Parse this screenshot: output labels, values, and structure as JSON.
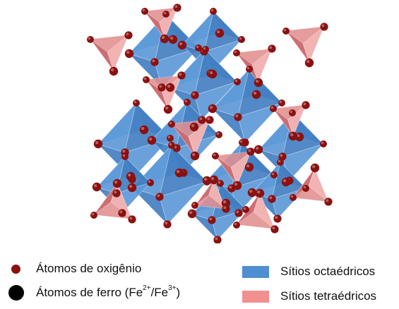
{
  "legend": {
    "oxygen": {
      "label": "Átomos de oxigênio",
      "color": "#8b1010"
    },
    "iron": {
      "label_prefix": "Átomos de ferro (Fe",
      "sup1": "2+",
      "label_mid": "/Fe",
      "sup2": "3+",
      "label_suffix": ")",
      "color": "#000000"
    },
    "octahedral": {
      "label": "Sítios octaédricos",
      "color": "#4e8fd1"
    },
    "tetrahedral": {
      "label": "Sítios tetraédricos",
      "color": "#f28f8f"
    }
  },
  "structure": {
    "octahedral_face_colors": [
      "#3f7cc0",
      "#5a97d6",
      "#7cb0e4"
    ],
    "tetrahedral_face_colors": [
      "#c9686d",
      "#e08e90",
      "#f4b7b7"
    ],
    "oxygen_atom_color": "#8b1010"
  }
}
